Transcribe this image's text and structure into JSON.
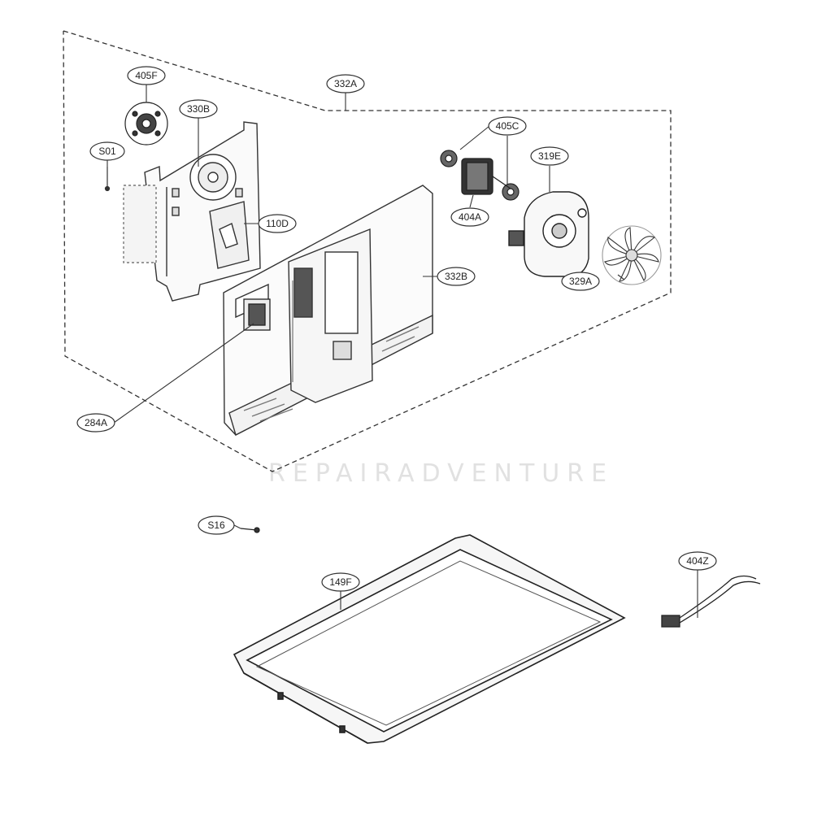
{
  "diagram": {
    "watermark": "REPAIRADVENTURE",
    "callouts": [
      {
        "id": "405F",
        "label": "405F"
      },
      {
        "id": "330B",
        "label": "330B"
      },
      {
        "id": "S01",
        "label": "S01"
      },
      {
        "id": "332A",
        "label": "332A"
      },
      {
        "id": "405C",
        "label": "405C"
      },
      {
        "id": "319E",
        "label": "319E"
      },
      {
        "id": "404A",
        "label": "404A"
      },
      {
        "id": "110D",
        "label": "110D"
      },
      {
        "id": "332B",
        "label": "332B"
      },
      {
        "id": "329A",
        "label": "329A"
      },
      {
        "id": "284A",
        "label": "284A"
      },
      {
        "id": "S16",
        "label": "S16"
      },
      {
        "id": "149F",
        "label": "149F"
      },
      {
        "id": "404Z",
        "label": "404Z"
      }
    ]
  }
}
